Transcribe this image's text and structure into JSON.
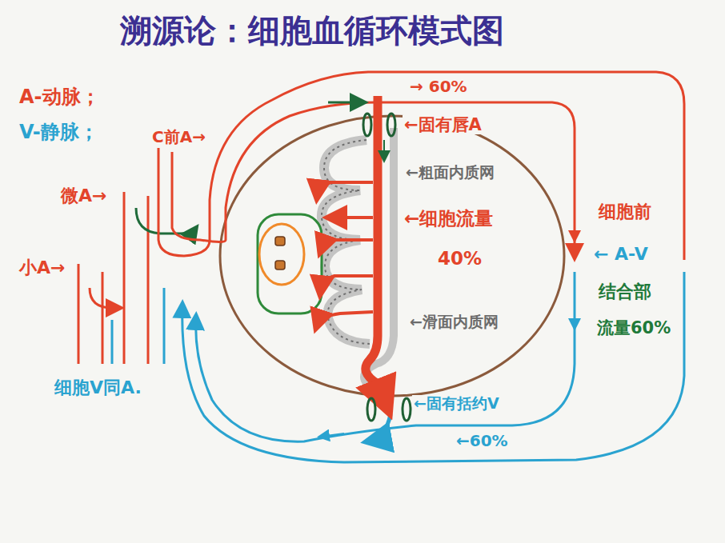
{
  "diagram": {
    "title": "溯源论：细胞血循环模式图",
    "labels": [
      "A-动脉；",
      "V-静脉；",
      "C前A→",
      "微A→",
      "小A→",
      "细胞V同A.",
      "→ 60%",
      "←固有唇A",
      "←粗面内质网",
      "←细胞流量",
      "40%",
      "←滑面内质网",
      "细胞前",
      "← A-V",
      "结合部",
      "流量60%",
      "←固有括约V",
      "←60%"
    ]
  }
}
